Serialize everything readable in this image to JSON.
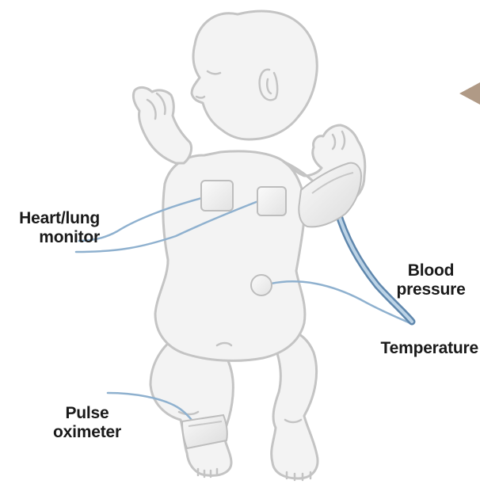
{
  "labels": {
    "heart_lung": [
      "Heart/lung",
      "monitor"
    ],
    "blood_pressure": [
      "Blood",
      "pressure"
    ],
    "temperature": [
      "Temperature"
    ],
    "pulse_oximeter": [
      "Pulse",
      "oximeter"
    ]
  },
  "colors": {
    "outline": "#c4c4c4",
    "body_fill": "#f3f3f3",
    "cable": "#8fb1cf",
    "cable_dark": "#5f87ad",
    "sensor_fill": "#f1f1f1",
    "sensor_stroke": "#bdbdbd",
    "arrow": "#b09a86",
    "text": "#1a1a1a"
  }
}
